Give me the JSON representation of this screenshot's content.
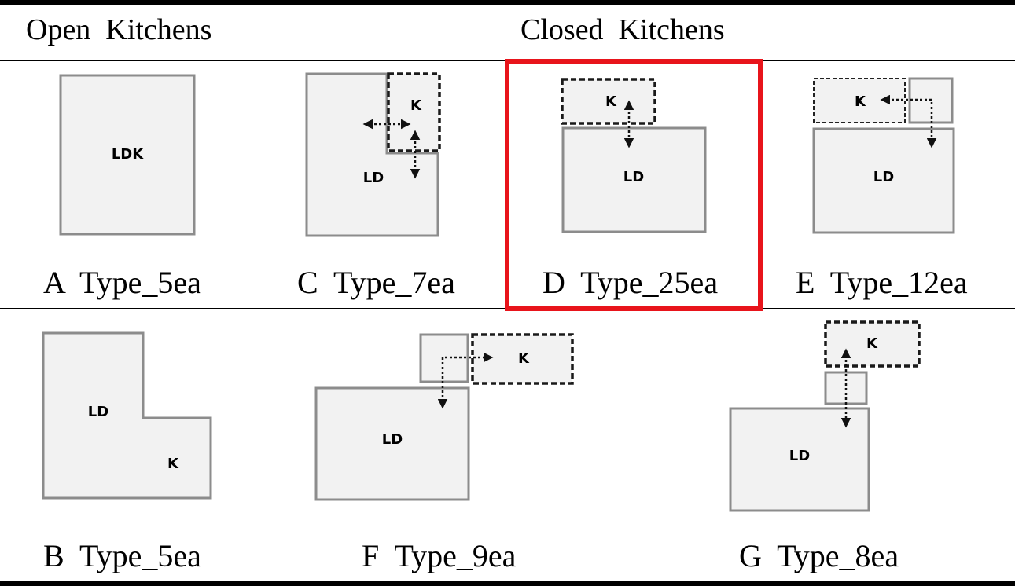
{
  "headers": {
    "open": "Open  Kitchens",
    "closed": "Closed  Kitchens"
  },
  "captions": {
    "a": "A  Type_5ea",
    "c": "C  Type_7ea",
    "d": "D  Type_25ea",
    "e": "E  Type_12ea",
    "b": "B  Type_5ea",
    "f": "F  Type_9ea",
    "g": "G  Type_8ea"
  },
  "plan_labels": {
    "ldk": "LDK",
    "ld": "LD",
    "k": "K"
  },
  "highlighted_type": "D",
  "colors": {
    "highlight": "#e8141b",
    "room_fill": "#f2f2f2",
    "room_stroke": "#8c8c8c"
  }
}
